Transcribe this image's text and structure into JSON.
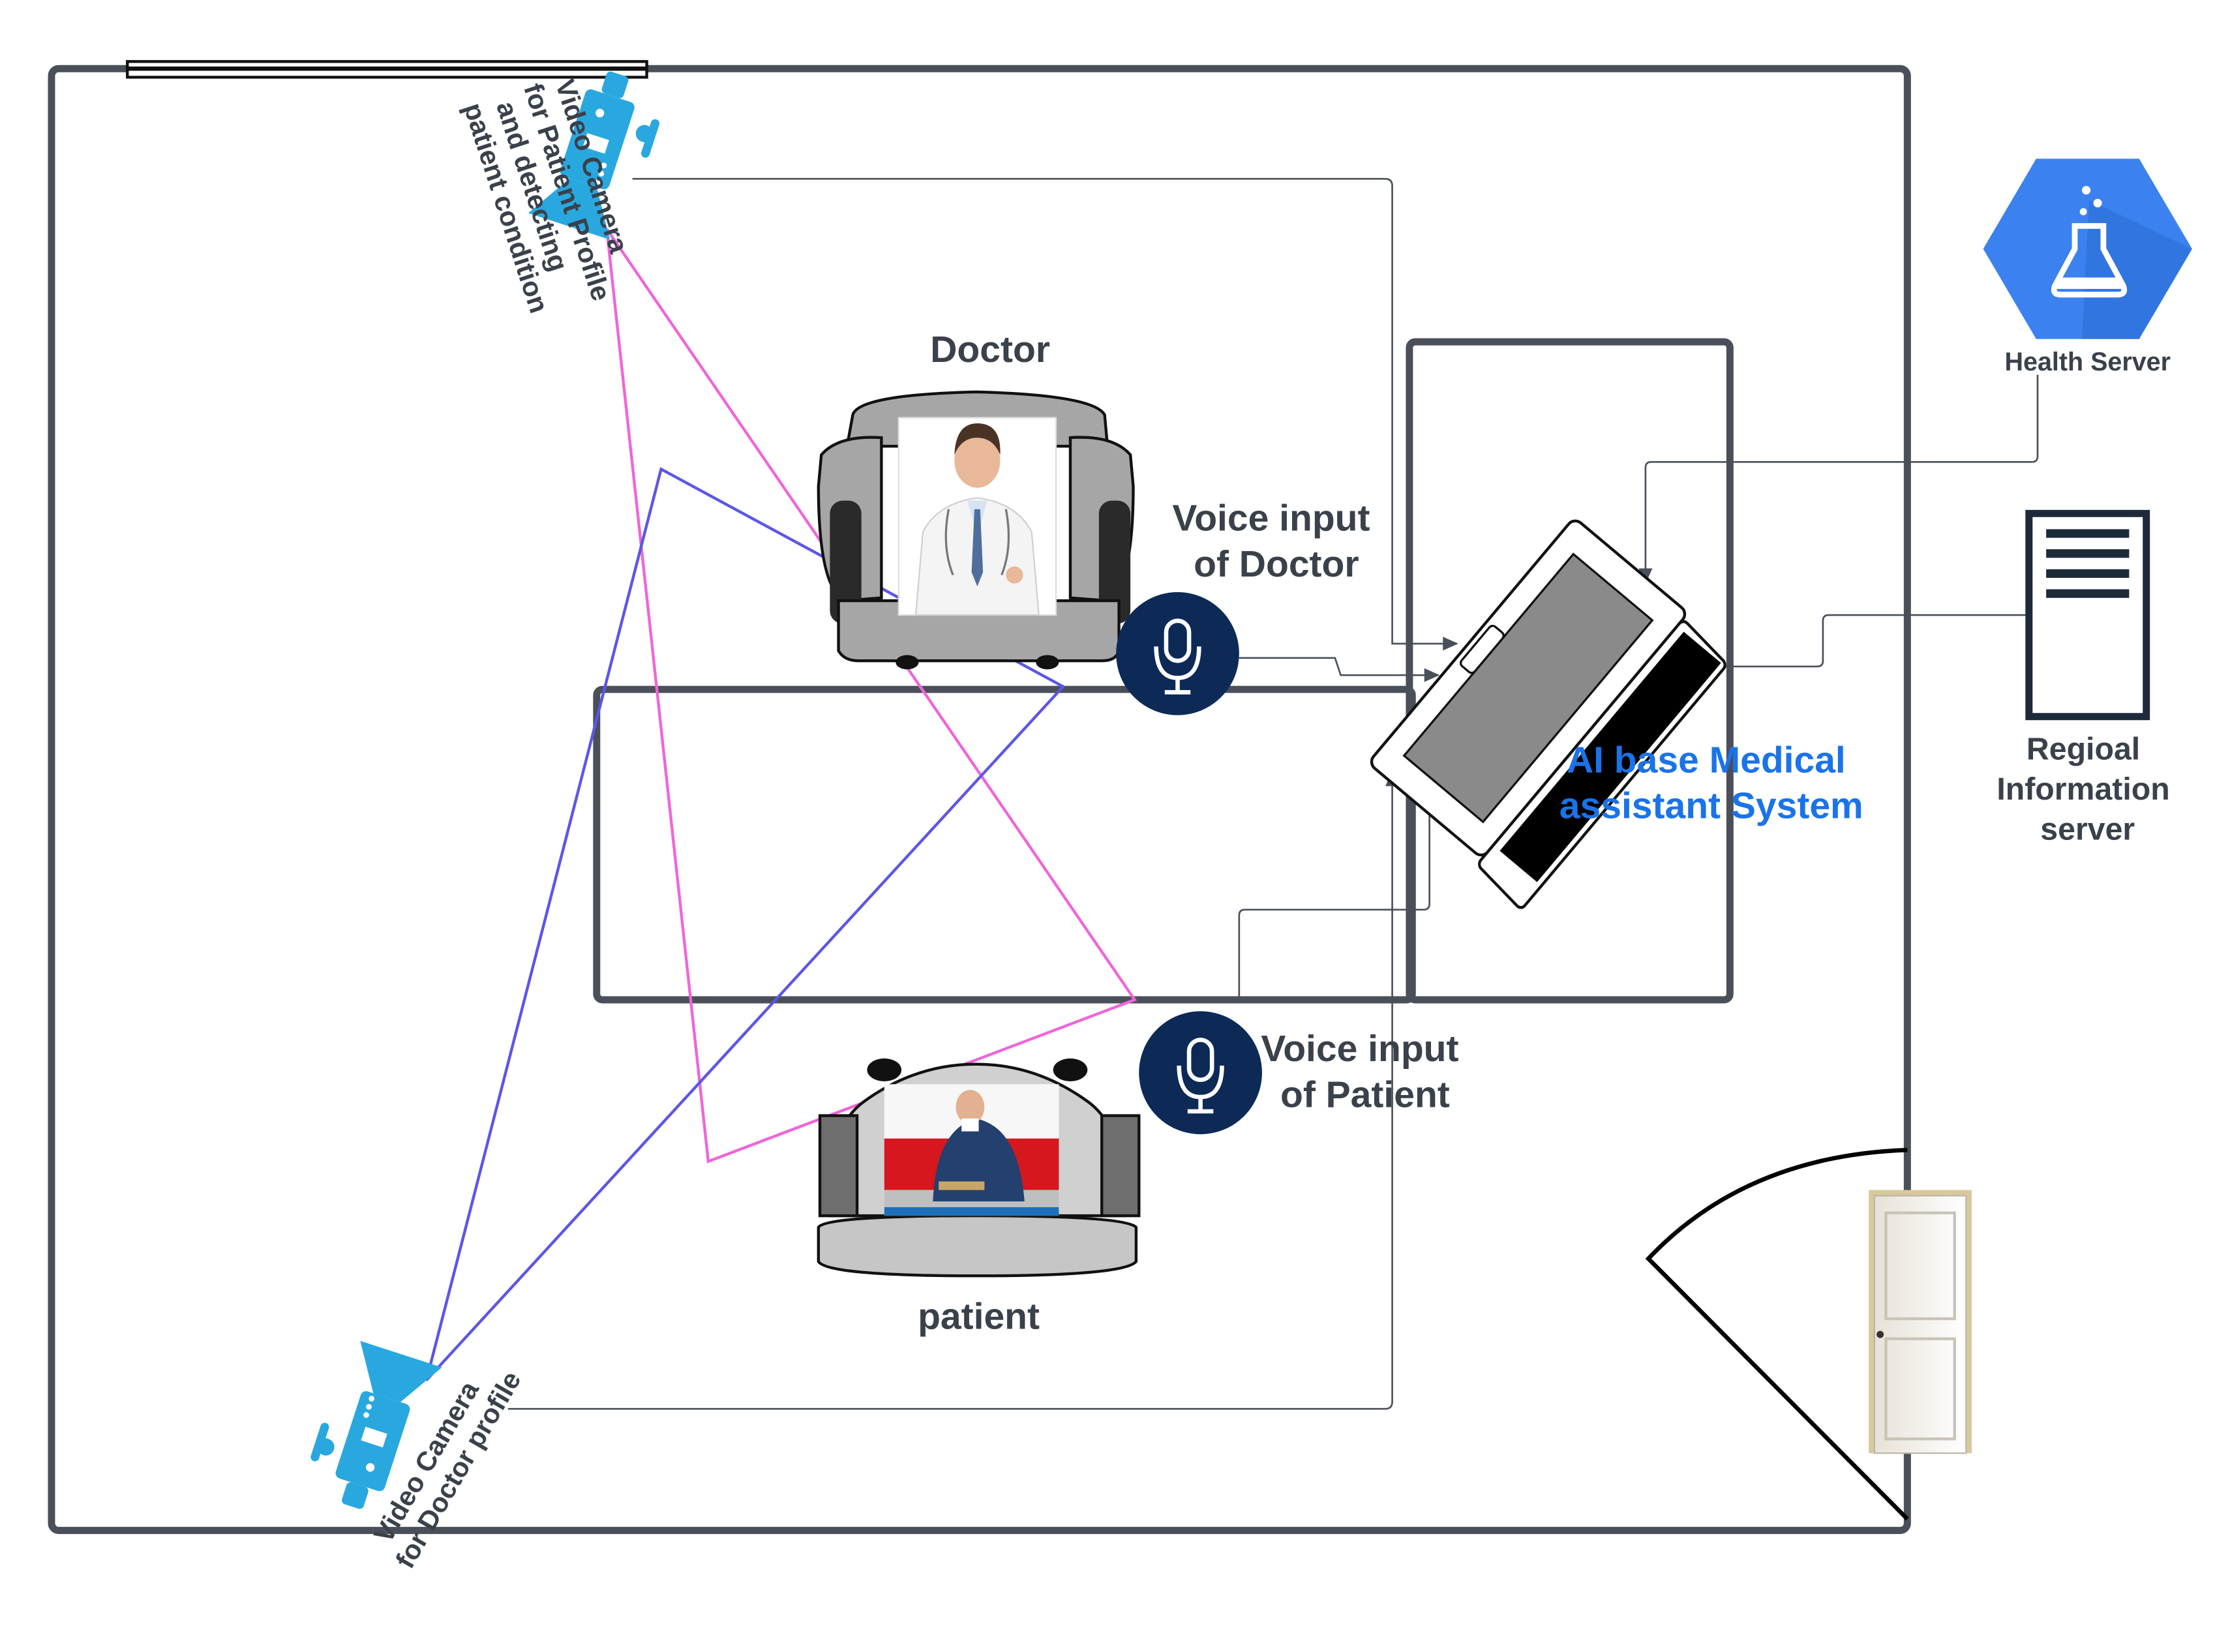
{
  "labels": {
    "doctor": "Doctor",
    "patient": "patient",
    "voice_doctor": [
      "Voice input",
      "of Doctor"
    ],
    "voice_patient": [
      "Voice input",
      "of Patient"
    ],
    "ai_system": [
      "AI base Medical",
      "assistant System"
    ],
    "health_server": "Health Server",
    "regional_server": [
      "Regioal",
      "Information",
      "server"
    ],
    "camera_patient": [
      "Video Camera",
      "for Patient Profile",
      "and detecting",
      "patient condition"
    ],
    "camera_doctor": [
      "Video Camera",
      "for Doctor profile"
    ]
  },
  "icons": {
    "camera": "video-camera-icon",
    "microphone": "microphone-icon",
    "laptop": "laptop-icon",
    "health_server": "flask-hexagon-icon",
    "regional_server": "server-rack-icon",
    "door": "door-icon",
    "chair": "armchair-icon"
  },
  "colors": {
    "wall": "#4a4f59",
    "camera_blue": "#29a8e0",
    "mic_navy": "#0d2a57",
    "ai_blue": "#1a73e8",
    "patient_view_line": "#ee66d9",
    "doctor_view_line": "#5c56e6",
    "hex_blue": "#3b82f0"
  }
}
